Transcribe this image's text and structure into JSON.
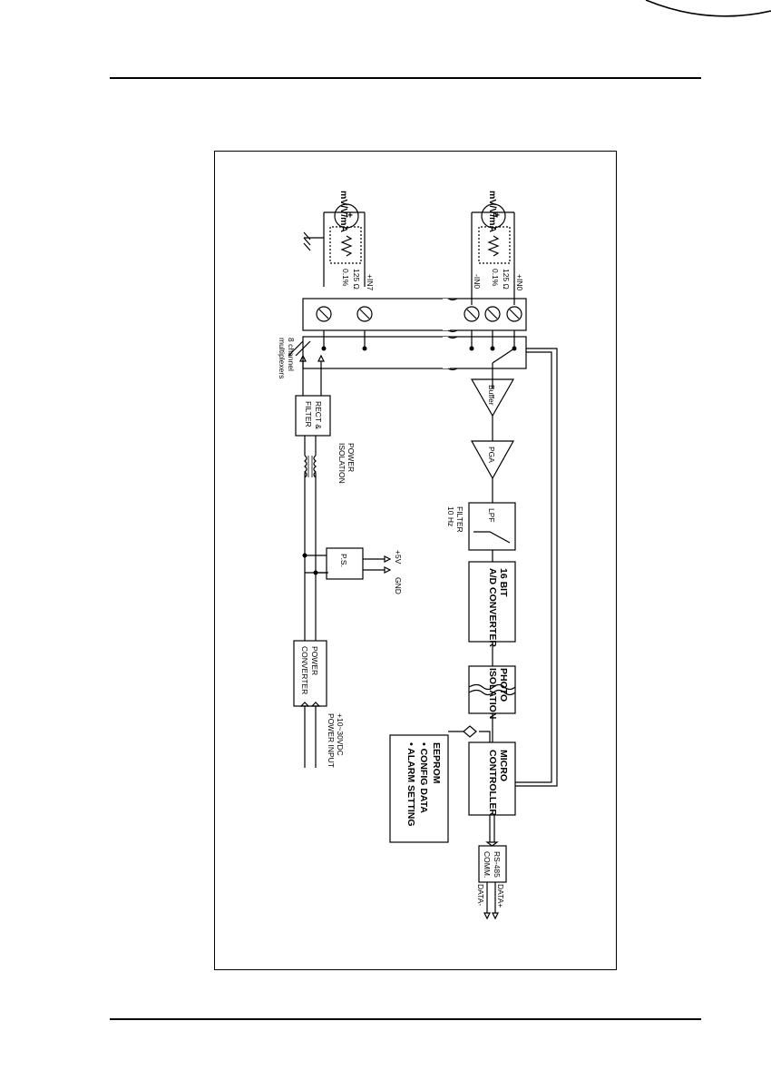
{
  "labels": {
    "src_top": "mV/V/mA",
    "src_bottom": "mV/V/mA",
    "pm": "±",
    "res_top_value": "125 Ω",
    "res_top_tol": "0.1%",
    "res_bot_value": "125 Ω",
    "res_bot_tol": "0.1%",
    "in7": "+IN7",
    "in0_pos": "+IN0",
    "in0_neg": "-IN0",
    "mux": "8 channel",
    "mux2": "multiplexers",
    "buffer": "Buffer",
    "pga": "PGA",
    "lpf": "LPF",
    "filter1": "FILTER",
    "filter2": "10 Hz",
    "adc1": "16 BIT",
    "adc2": "A/D CONVERTER",
    "photo1": "PHOTO",
    "photo2": "ISOLATION",
    "mcu1": "MICRO",
    "mcu2": "CONTROLLER",
    "rs485_1": "RS-485",
    "rs485_2": "COMM.",
    "data_pos": "DATA+",
    "data_neg": "DATA-",
    "eeprom": "EEPROM",
    "eeprom_item1": "CONFIG DATA",
    "eeprom_item2": "ALARM SETTING",
    "rect1": "RECT &",
    "rect2": "FILTER",
    "piso1": "POWER",
    "piso2": "ISOLATION",
    "ps": "P.S.",
    "v5": "+5V",
    "gnd": "GND",
    "pconv1": "POWER",
    "pconv2": "CONVERTER",
    "pin1": "POWER INPUT",
    "pin2": "+10~30VDC"
  }
}
